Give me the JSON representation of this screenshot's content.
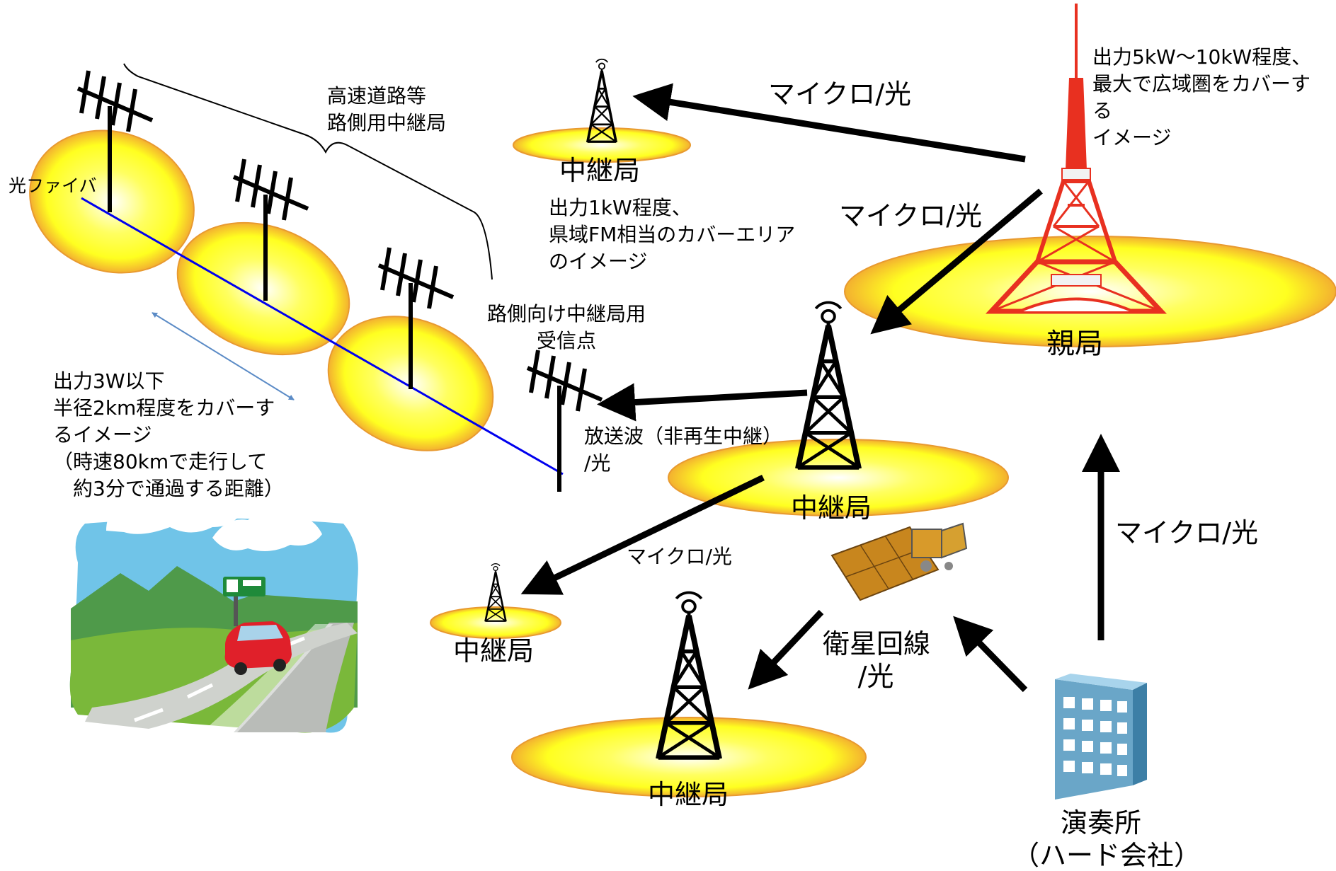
{
  "labels": {
    "top_relay_name": "中継局",
    "top_relay_desc": "出力1kW程度、\n県域FM相当のカバーエリア\nのイメージ",
    "parent_name": "親局",
    "parent_desc": "出力5kW～10kW程度、\n最大で広域圏をカバーす\nる\nイメージ",
    "link_parent_to_top": "マイクロ/光",
    "link_parent_to_mid": "マイクロ/光",
    "link_studio_to_parent": "マイクロ/光",
    "link_mid_to_small": "マイクロ/光",
    "link_mid_to_roadside": "放送波（非再生中継）\n/光",
    "satellite_link": "衛星回線\n/光",
    "mid_relay_name": "中継局",
    "small_relay_name": "中継局",
    "bottom_relay_name": "中継局",
    "studio_name": "演奏所\n（ハード会社）",
    "roadside_group": "高速道路等\n路側用中継局",
    "fiber": "光ファイバ",
    "roadside_receiver": "路側向け中継局用\n受信点",
    "roadside_desc": "出力3W以下\n半径2km程度をカバーす\nるイメージ\n（時速80kmで走行して\n　約3分で通過する距離）"
  },
  "icons": {
    "parent": "broadcast-tower-icon",
    "relay": "transmission-tower-icon",
    "satellite": "satellite-icon",
    "studio": "office-building-icon",
    "antenna": "yagi-antenna-icon",
    "road_scene": "highway-car-icon"
  },
  "colors": {
    "coverage_fill": "#ffff33",
    "coverage_edge": "#f0a020",
    "fiber_line": "#0000ee",
    "tower_red": "#e83020",
    "arrow": "#000000",
    "range_arrow": "#5b8bc6"
  }
}
